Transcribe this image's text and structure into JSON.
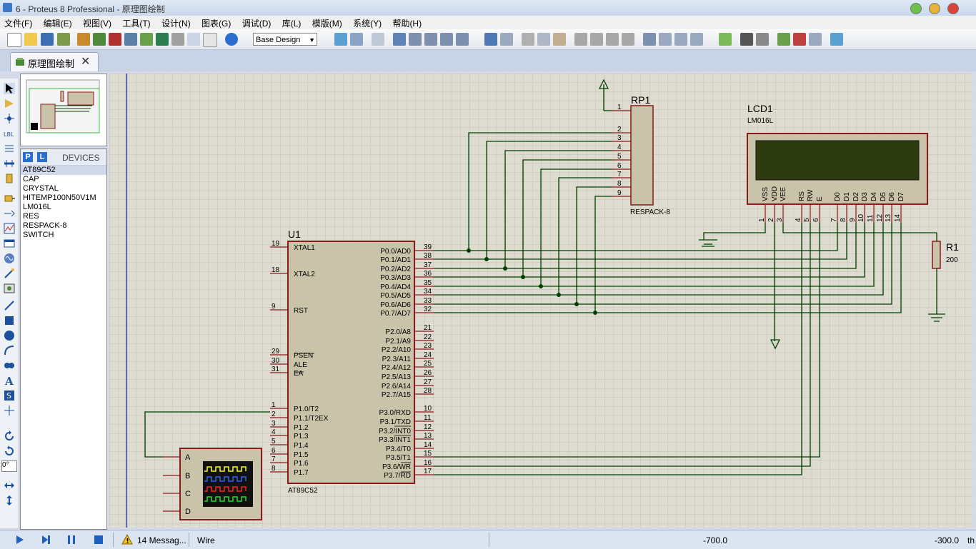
{
  "window": {
    "title": "6 - Proteus 8 Professional - 原理图绘制"
  },
  "menu": [
    "文件(F)",
    "编辑(E)",
    "视图(V)",
    "工具(T)",
    "设计(N)",
    "图表(G)",
    "调试(D)",
    "库(L)",
    "模版(M)",
    "系统(Y)",
    "帮助(H)"
  ],
  "toolbar": {
    "design_combo": "Base Design"
  },
  "tab": {
    "label": "原理图绘制"
  },
  "devices": {
    "p_label": "P",
    "l_label": "L",
    "title": "DEVICES",
    "items": [
      "AT89C52",
      "CAP",
      "CRYSTAL",
      "HITEMP100N50V1M",
      "LM016L",
      "RES",
      "RESPACK-8",
      "SWITCH"
    ]
  },
  "left_tools": {
    "angle": "0°"
  },
  "schematic": {
    "u1": {
      "ref": "U1",
      "part": "AT89C52",
      "left_pins": [
        {
          "num": "19",
          "name": "XTAL1"
        },
        {
          "num": "18",
          "name": "XTAL2"
        },
        {
          "num": "9",
          "name": "RST"
        },
        {
          "num": "29",
          "name": "PSEN"
        },
        {
          "num": "30",
          "name": "ALE"
        },
        {
          "num": "31",
          "name": "EA"
        },
        {
          "num": "1",
          "name": "P1.0/T2"
        },
        {
          "num": "2",
          "name": "P1.1/T2EX"
        },
        {
          "num": "3",
          "name": "P1.2"
        },
        {
          "num": "4",
          "name": "P1.3"
        },
        {
          "num": "5",
          "name": "P1.4"
        },
        {
          "num": "6",
          "name": "P1.5"
        },
        {
          "num": "7",
          "name": "P1.6"
        },
        {
          "num": "8",
          "name": "P1.7"
        }
      ],
      "right_pins": [
        {
          "num": "39",
          "name": "P0.0/AD0"
        },
        {
          "num": "38",
          "name": "P0.1/AD1"
        },
        {
          "num": "37",
          "name": "P0.2/AD2"
        },
        {
          "num": "36",
          "name": "P0.3/AD3"
        },
        {
          "num": "35",
          "name": "P0.4/AD4"
        },
        {
          "num": "34",
          "name": "P0.5/AD5"
        },
        {
          "num": "33",
          "name": "P0.6/AD6"
        },
        {
          "num": "32",
          "name": "P0.7/AD7"
        },
        {
          "num": "21",
          "name": "P2.0/A8"
        },
        {
          "num": "22",
          "name": "P2.1/A9"
        },
        {
          "num": "23",
          "name": "P2.2/A10"
        },
        {
          "num": "24",
          "name": "P2.3/A11"
        },
        {
          "num": "25",
          "name": "P2.4/A12"
        },
        {
          "num": "26",
          "name": "P2.5/A13"
        },
        {
          "num": "27",
          "name": "P2.6/A14"
        },
        {
          "num": "28",
          "name": "P2.7/A15"
        },
        {
          "num": "10",
          "name": "P3.0/RXD"
        },
        {
          "num": "11",
          "name": "P3.1/TXD"
        },
        {
          "num": "12",
          "name": "P3.2/INT0"
        },
        {
          "num": "13",
          "name": "P3.3/INT1"
        },
        {
          "num": "14",
          "name": "P3.4/T0"
        },
        {
          "num": "15",
          "name": "P3.5/T1"
        },
        {
          "num": "16",
          "name": "P3.6/WR"
        },
        {
          "num": "17",
          "name": "P3.7/RD"
        }
      ]
    },
    "rp1": {
      "ref": "RP1",
      "part": "RESPACK-8",
      "pins": [
        "1",
        "2",
        "3",
        "4",
        "5",
        "6",
        "7",
        "8",
        "9"
      ]
    },
    "lcd1": {
      "ref": "LCD1",
      "part": "LM016L",
      "pin_names": [
        "VSS",
        "VDD",
        "VEE",
        "RS",
        "RW",
        "E",
        "D0",
        "D1",
        "D2",
        "D3",
        "D4",
        "D5",
        "D6",
        "D7"
      ],
      "pin_nums": [
        "1",
        "2",
        "3",
        "4",
        "5",
        "6",
        "7",
        "8",
        "9",
        "10",
        "11",
        "12",
        "13",
        "14"
      ]
    },
    "r1": {
      "ref": "R1",
      "value": "200"
    },
    "scope": {
      "channels": [
        "A",
        "B",
        "C",
        "D"
      ]
    }
  },
  "status": {
    "messages": "14 Messag...",
    "mode": "Wire",
    "x": "-700.0",
    "y": "-300.0",
    "unit": "th"
  },
  "colors": {
    "wire": "#004000",
    "component_fill": "#c9c4a9",
    "component_border": "#8b1a1a",
    "grid": "#b6b6a6",
    "canvas": "#dedcd0"
  }
}
